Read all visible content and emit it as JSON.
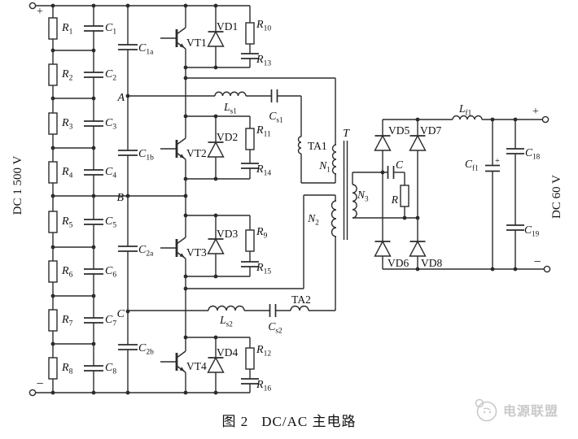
{
  "figure": {
    "caption": {
      "prefix": "图 2",
      "title": "DC/AC 主电路"
    },
    "watermark_text": "电源联盟"
  },
  "colors": {
    "line": "#2b2b2b",
    "text": "#111111",
    "watermark": "#c9c9c9",
    "background": "#ffffff"
  },
  "rails": {
    "input": {
      "label": "DC 1 500 V",
      "plus": "+",
      "minus": "−"
    },
    "output": {
      "label": "DC 60 V",
      "plus": "+",
      "minus": "−"
    }
  },
  "components": {
    "r1": {
      "t": "R",
      "s": "1"
    },
    "r2": {
      "t": "R",
      "s": "2"
    },
    "r3": {
      "t": "R",
      "s": "3"
    },
    "r4": {
      "t": "R",
      "s": "4"
    },
    "r5": {
      "t": "R",
      "s": "5"
    },
    "r6": {
      "t": "R",
      "s": "6"
    },
    "r7": {
      "t": "R",
      "s": "7"
    },
    "r8": {
      "t": "R",
      "s": "8"
    },
    "c1": {
      "t": "C",
      "s": "1"
    },
    "c2": {
      "t": "C",
      "s": "2"
    },
    "c3": {
      "t": "C",
      "s": "3"
    },
    "c4": {
      "t": "C",
      "s": "4"
    },
    "c5": {
      "t": "C",
      "s": "5"
    },
    "c6": {
      "t": "C",
      "s": "6"
    },
    "c7": {
      "t": "C",
      "s": "7"
    },
    "c8": {
      "t": "C",
      "s": "8"
    },
    "c1a": {
      "t": "C",
      "s": "1a"
    },
    "c1b": {
      "t": "C",
      "s": "1b"
    },
    "c2a": {
      "t": "C",
      "s": "2a"
    },
    "c2b": {
      "t": "C",
      "s": "2b"
    },
    "node_a": {
      "t": "A"
    },
    "node_b": {
      "t": "B"
    },
    "node_c": {
      "t": "C"
    },
    "vt1": {
      "t": "VT1"
    },
    "vt2": {
      "t": "VT2"
    },
    "vt3": {
      "t": "VT3"
    },
    "vt4": {
      "t": "VT4"
    },
    "vd1": {
      "t": "VD1"
    },
    "vd2": {
      "t": "VD2"
    },
    "vd3": {
      "t": "VD3"
    },
    "vd4": {
      "t": "VD4"
    },
    "vd5": {
      "t": "VD5"
    },
    "vd6": {
      "t": "VD6"
    },
    "vd7": {
      "t": "VD7"
    },
    "vd8": {
      "t": "VD8"
    },
    "r9": {
      "t": "R",
      "s": "9"
    },
    "r10": {
      "t": "R",
      "s": "10"
    },
    "r11": {
      "t": "R",
      "s": "11"
    },
    "r12": {
      "t": "R",
      "s": "12"
    },
    "r13": {
      "t": "R",
      "s": "13"
    },
    "r14": {
      "t": "R",
      "s": "14"
    },
    "r15": {
      "t": "R",
      "s": "15"
    },
    "r16": {
      "t": "R",
      "s": "16"
    },
    "ls1": {
      "t": "L",
      "s": "s1"
    },
    "cs1": {
      "t": "C",
      "s": "s1"
    },
    "ls2": {
      "t": "L",
      "s": "s2"
    },
    "cs2": {
      "t": "C",
      "s": "s2"
    },
    "ta1": {
      "t": "TA1"
    },
    "ta2": {
      "t": "TA2"
    },
    "t": {
      "t": "T"
    },
    "n1": {
      "t": "N",
      "s": "1"
    },
    "n2": {
      "t": "N",
      "s": "2"
    },
    "n3": {
      "t": "N",
      "s": "3"
    },
    "snubber_c": {
      "t": "C"
    },
    "snubber_r": {
      "t": "R"
    },
    "lf1": {
      "t": "L",
      "s": "f1"
    },
    "cf1": {
      "t": "C",
      "s": "f1"
    },
    "cf1_plus": {
      "t": "+"
    },
    "c18": {
      "t": "C",
      "s": "18"
    },
    "c19": {
      "t": "C",
      "s": "19"
    }
  }
}
